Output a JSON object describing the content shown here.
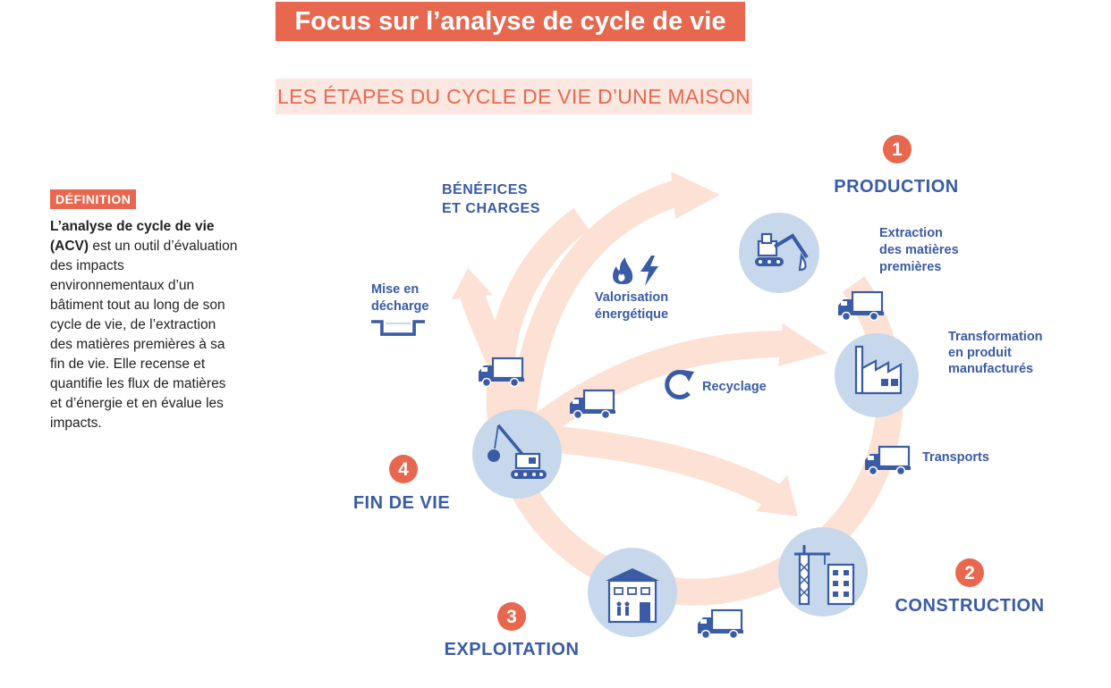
{
  "header": {
    "title": "Focus sur l’analyse de cycle de vie",
    "subtitle": "LES ÉTAPES DU CYCLE DE VIE D’UNE MAISON"
  },
  "definition": {
    "badge": "DÉFINITION",
    "lead": "L’analyse de cycle de vie (ACV)",
    "body": " est un outil d’évaluation des impacts environnementaux d’un bâtiment tout au long de son cycle de vie, de l’extraction des matières premières à sa fin de vie. Elle recense et quantifie les flux de matières et d’énergie et en évalue les impacts."
  },
  "stages": {
    "production": {
      "number": "1",
      "label": "PRODUCTION"
    },
    "construction": {
      "number": "2",
      "label": "CONSTRUCTION"
    },
    "exploitation": {
      "number": "3",
      "label": "EXPLOITATION"
    },
    "fin_de_vie": {
      "number": "4",
      "label": "FIN DE VIE"
    }
  },
  "labels": {
    "benefices_line1": "BÉNÉFICES",
    "benefices_line2": "ET CHARGES",
    "extraction_line1": "Extraction",
    "extraction_line2": "des matières",
    "extraction_line3": "premières",
    "transformation_line1": "Transformation",
    "transformation_line2": "en produit",
    "transformation_line3": "manufacturés",
    "transports": "Transports",
    "recyclage": "Recyclage",
    "valorisation_line1": "Valorisation",
    "valorisation_line2": "énergétique",
    "decharge_line1": "Mise en",
    "decharge_line2": "décharge"
  },
  "colors": {
    "accent": "#e8684f",
    "subtitle_bg": "#fde8e1",
    "stage_blue": "#3a5ba6",
    "circle_fill": "#c7d8ec",
    "flow": "#fde1d4"
  },
  "icons": [
    "excavator-icon",
    "factory-icon",
    "crane-icon",
    "house-icon",
    "demolition-crane-icon",
    "truck-icon",
    "fire-icon",
    "lightning-icon",
    "recycle-icon",
    "landfill-icon"
  ]
}
